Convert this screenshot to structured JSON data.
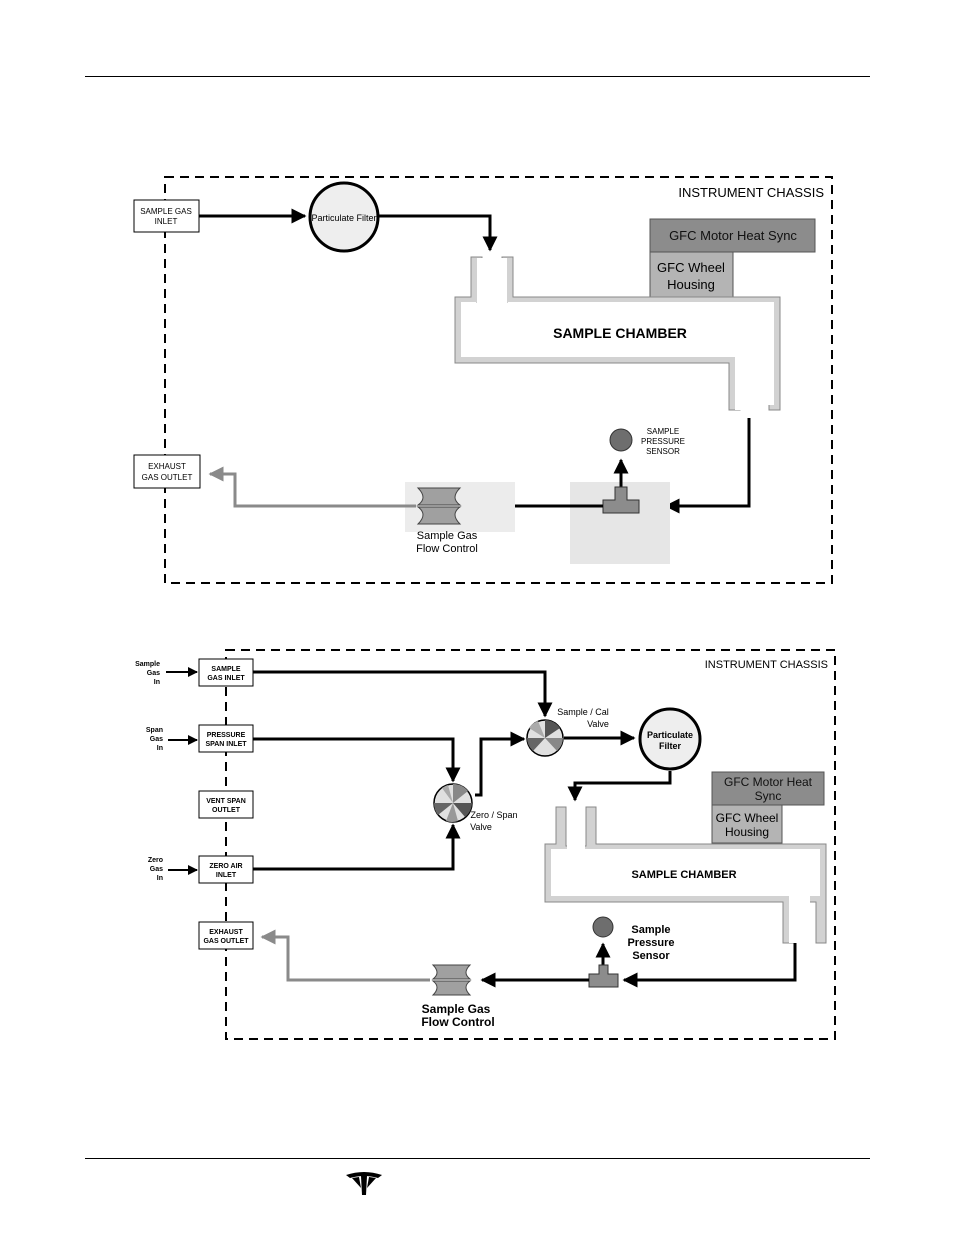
{
  "diagram1": {
    "chassis_label": "INSTRUMENT CHASSIS",
    "sample_gas_inlet": [
      "SAMPLE GAS",
      "INLET"
    ],
    "exhaust_gas_outlet": [
      "EXHAUST",
      "GAS OUTLET"
    ],
    "particulate_filter": "Particulate Filter",
    "gfc_motor_heat_sync": "GFC Motor Heat Sync",
    "gfc_wheel_housing": [
      "GFC Wheel",
      "Housing"
    ],
    "sample_chamber": "SAMPLE CHAMBER",
    "sample_pressure_sensor": [
      "SAMPLE",
      "PRESSURE",
      "SENSOR"
    ],
    "flow_control": [
      "Sample Gas",
      "Flow Control"
    ]
  },
  "diagram2": {
    "chassis_label": "INSTRUMENT CHASSIS",
    "sample_gas_in": [
      "Sample",
      "Gas",
      "In"
    ],
    "span_gas_in": [
      "Span",
      "Gas",
      "In"
    ],
    "zero_gas_in": [
      "Zero",
      "Gas",
      "In"
    ],
    "sample_gas_inlet": [
      "SAMPLE",
      "GAS INLET"
    ],
    "pressure_span_inlet": [
      "PRESSURE",
      "SPAN INLET"
    ],
    "vent_span_outlet": [
      "VENT SPAN",
      "OUTLET"
    ],
    "zero_air_inlet": [
      "ZERO AIR",
      "INLET"
    ],
    "exhaust_gas_outlet": [
      "EXHAUST",
      "GAS OUTLET"
    ],
    "sample_cal_valve": [
      "Sample / Cal",
      "Valve"
    ],
    "zero_span_valve": [
      "Zero / Span",
      "Valve"
    ],
    "particulate_filter": [
      "Particulate",
      "Filter"
    ],
    "gfc_motor_heat_sync": [
      "GFC Motor Heat",
      "Sync"
    ],
    "gfc_wheel_housing": [
      "GFC Wheel",
      "Housing"
    ],
    "sample_chamber": "SAMPLE CHAMBER",
    "sample_pressure_sensor": [
      "Sample",
      "Pressure",
      "Sensor"
    ],
    "flow_control": [
      "Sample Gas",
      "Flow Control"
    ]
  },
  "colors": {
    "flow_line": "#000000",
    "exhaust_line": "#8a8a8a",
    "chamber_fill": "#d2d2d2",
    "motor_fill": "#8c8c8c",
    "wheel_fill": "#b4b4b4",
    "sensor_fill": "#6e6e6e"
  },
  "icons": [
    "teledyne-logo-icon",
    "valve-icon",
    "flow-restrictor-icon",
    "pressure-sensor-icon",
    "arrow-icon"
  ]
}
